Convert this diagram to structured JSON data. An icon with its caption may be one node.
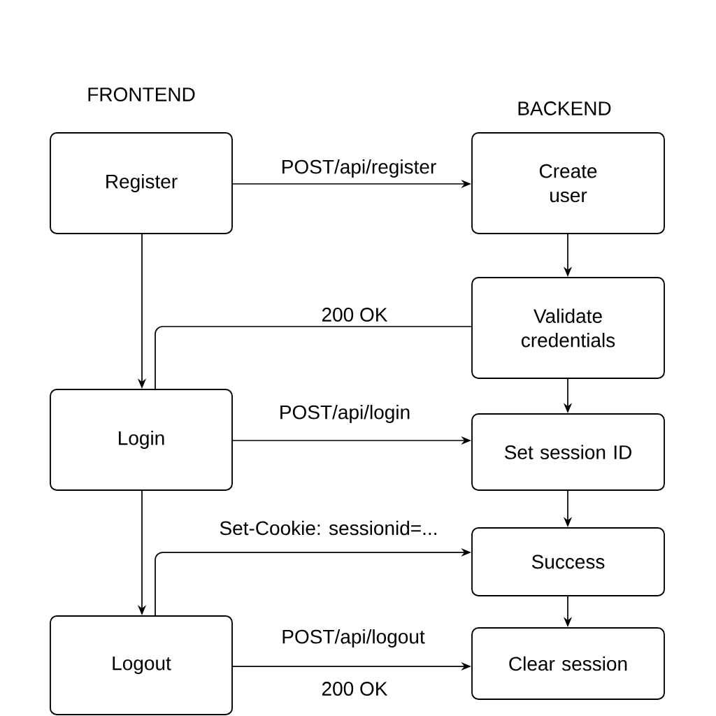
{
  "diagram": {
    "nodes": [
      {
        "text": [
          "Register"
        ]
      },
      {
        "text": [
          "Create user"
        ]
      },
      {
        "text": [
          "Validate credentials"
        ]
      },
      {
        "text": [
          "Login"
        ]
      },
      {
        "text": [
          "Set session ID"
        ]
      },
      {
        "text": [
          "Success"
        ]
      },
      {
        "text": [
          "Logout"
        ]
      },
      {
        "text": [
          "Clear session"
        ]
      }
    ],
    "edges": [
      {
        "from": 0,
        "to": 1,
        "arrow": "to",
        "label": "POST/api/register"
      },
      {
        "from": 0,
        "to": 3,
        "arrow": "to"
      },
      {
        "from": 1,
        "to": 2,
        "arrow": "to"
      },
      {
        "from": 2,
        "to": 3,
        "arrow": "none",
        "label": "200 OK"
      },
      {
        "from": 3,
        "to": 4,
        "arrow": "to",
        "label": "POST/api/login"
      },
      {
        "from": 2,
        "to": 4,
        "arrow": "to"
      },
      {
        "from": 4,
        "to": 5,
        "arrow": "to"
      },
      {
        "from": 3,
        "to": 6,
        "arrow": "to"
      },
      {
        "from": 6,
        "to": 5,
        "arrow": "to",
        "label": "Set-Cookie: sessionid=..."
      },
      {
        "from": 5,
        "to": 7,
        "arrow": "to"
      },
      {
        "from": 6,
        "to": 7,
        "arrow": "to",
        "label": "POST/api/logout"
      }
    ],
    "labels": [
      "FRONTEND",
      "BACKEND",
      "200 OK"
    ]
  }
}
